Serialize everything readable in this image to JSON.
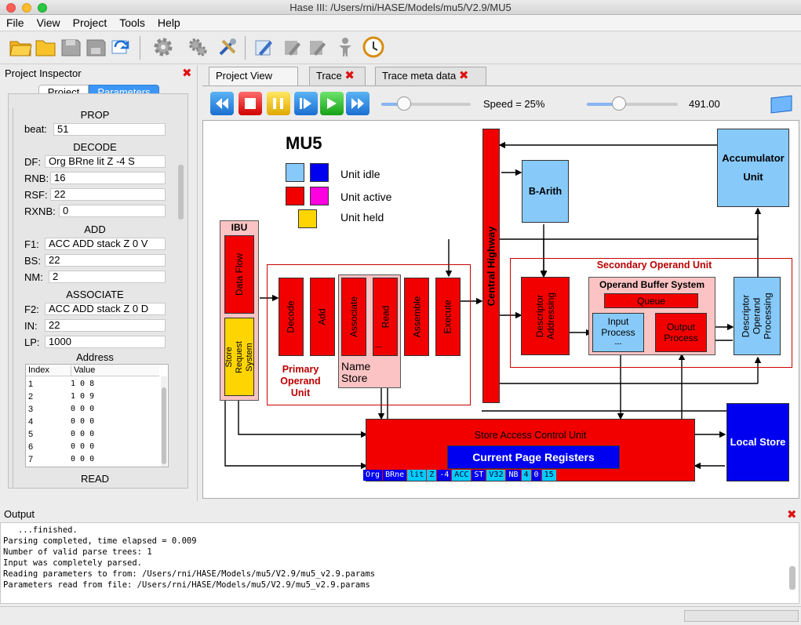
{
  "window": {
    "title": "Hase III: /Users/rni/HASE/Models/mu5/V2.9/MU5"
  },
  "menu": [
    "File",
    "View",
    "Project",
    "Tools",
    "Help"
  ],
  "inspector": {
    "title": "Project Inspector",
    "tabs": [
      "Project",
      "Parameters"
    ],
    "prop": {
      "header": "PROP",
      "fields": [
        {
          "label": "beat:",
          "value": "51"
        }
      ]
    },
    "decode": {
      "header": "DECODE",
      "fields": [
        {
          "label": "DF:",
          "value": "Org BRne lit Z -4 S"
        },
        {
          "label": "RNB:",
          "value": "16"
        },
        {
          "label": "RSF:",
          "value": "22"
        },
        {
          "label": "RXNB:",
          "value": "0"
        }
      ]
    },
    "add": {
      "header": "ADD",
      "fields": [
        {
          "label": "F1:",
          "value": "ACC ADD stack Z 0 V"
        },
        {
          "label": "BS:",
          "value": "22"
        },
        {
          "label": "NM:",
          "value": "2"
        }
      ]
    },
    "associate": {
      "header": "ASSOCIATE",
      "fields": [
        {
          "label": "F2:",
          "value": "ACC ADD stack Z 0 D"
        },
        {
          "label": "IN:",
          "value": "22"
        },
        {
          "label": "LP:",
          "value": "1000"
        }
      ]
    },
    "address": {
      "header": "Address",
      "columns": [
        "Index",
        "Value"
      ],
      "rows": [
        [
          "1",
          "1 0 8"
        ],
        [
          "2",
          "1 0 9"
        ],
        [
          "3",
          "0 0 0"
        ],
        [
          "4",
          "0 0 0"
        ],
        [
          "5",
          "0 0 0"
        ],
        [
          "6",
          "0 0 0"
        ],
        [
          "7",
          "0 0 0"
        ]
      ]
    },
    "read": {
      "header": "READ"
    }
  },
  "tabs": [
    {
      "label": "Project View"
    },
    {
      "label": "Trace"
    },
    {
      "label": "Trace meta data"
    }
  ],
  "controls": {
    "speed_label": "Speed = 25%",
    "speed_fraction": 0.25,
    "time_value": "491.00",
    "time_fraction": 0.35
  },
  "diagram": {
    "title": "MU5",
    "legend": {
      "idle": "Unit idle",
      "active": "Unit active",
      "held": "Unit held"
    },
    "ibu": "IBU",
    "data_flow": "Data Flow",
    "store_request": "Store Request System",
    "decode": "Decode",
    "add": "Add",
    "associate": "Associate",
    "read": "Read",
    "read_sub": "---",
    "assemble": "Assemble",
    "execute": "Execute",
    "primary": "Primary Operand Unit",
    "name_store": "Name Store",
    "central": "Central Highway",
    "barith": "B-Arith",
    "accumulator": "Accumulator Unit",
    "secondary": "Secondary Operand Unit",
    "desc_addr": "Descriptor Addressing",
    "obs": "Operand Buffer System",
    "queue": "Queue",
    "input_process": "Input Process",
    "input_sub": "---",
    "output_process": "Output Process",
    "desc_op": "Descriptor Operand Processing",
    "sac": "Store Access Control Unit",
    "cpr": "Current Page Registers",
    "local_store": "Local Store",
    "cpr_fields": [
      "Org",
      "BRne",
      "lit",
      "Z",
      "-4",
      "ACC",
      "ST",
      "V32",
      "NB",
      "4",
      "0",
      "15"
    ]
  },
  "output": {
    "title": "Output",
    "lines": [
      "   ...finished.",
      "Parsing completed, time elapsed = 0.009",
      "Number of valid parse trees: 1",
      "Input was completely parsed.",
      "Reading parameters to from: /Users/rni/HASE/Models/mu5/V2.9/mu5_v2.9.params",
      "Parameters read from file: /Users/rni/HASE/Models/mu5/V2.9/mu5_v2.9.params"
    ]
  },
  "colors": {
    "active": "#f20000",
    "idle": "#87cafa",
    "dark_idle": "#0000f0",
    "dark_active": "#ff00e0",
    "held": "#ffd500",
    "frame": "#cc0000"
  }
}
